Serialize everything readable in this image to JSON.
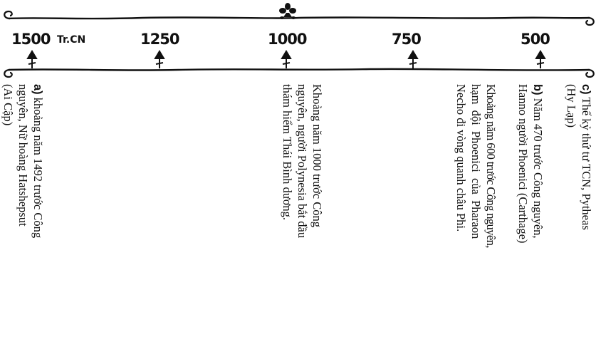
{
  "timeline": {
    "era_label": "Tr.CN",
    "ticks": [
      "1500",
      "1250",
      "1000",
      "750",
      "500"
    ]
  },
  "notes": {
    "a": {
      "letter": "a)",
      "lines": [
        "khoảng năm 1492 trước Công",
        "nguyên, Nữ hoàng Hatshepsut",
        "(Ai Cập)"
      ]
    },
    "polynesia": {
      "lines": [
        "Khoảng năm 1000 trước Công",
        "nguyên, người Polynesia bắt đầu",
        "thám hiểm Thái Bình dương."
      ]
    },
    "phoenici": {
      "lines": [
        "Khoảng năm 600 trước Công nguyên,",
        "hạm  đội  Phoenici  của  Pharaon",
        "Necho đi vòng quanh châu Phi."
      ]
    },
    "b": {
      "letter": "b)",
      "lines": [
        "Năm 470 trước Công nguyên,",
        "Hanno người Phoenici (Carthage)"
      ]
    },
    "c": {
      "letter": "c)",
      "lines": [
        "Thế kỷ thứ tư TCN, Pytheas",
        "(Hy Lạp)"
      ]
    }
  }
}
